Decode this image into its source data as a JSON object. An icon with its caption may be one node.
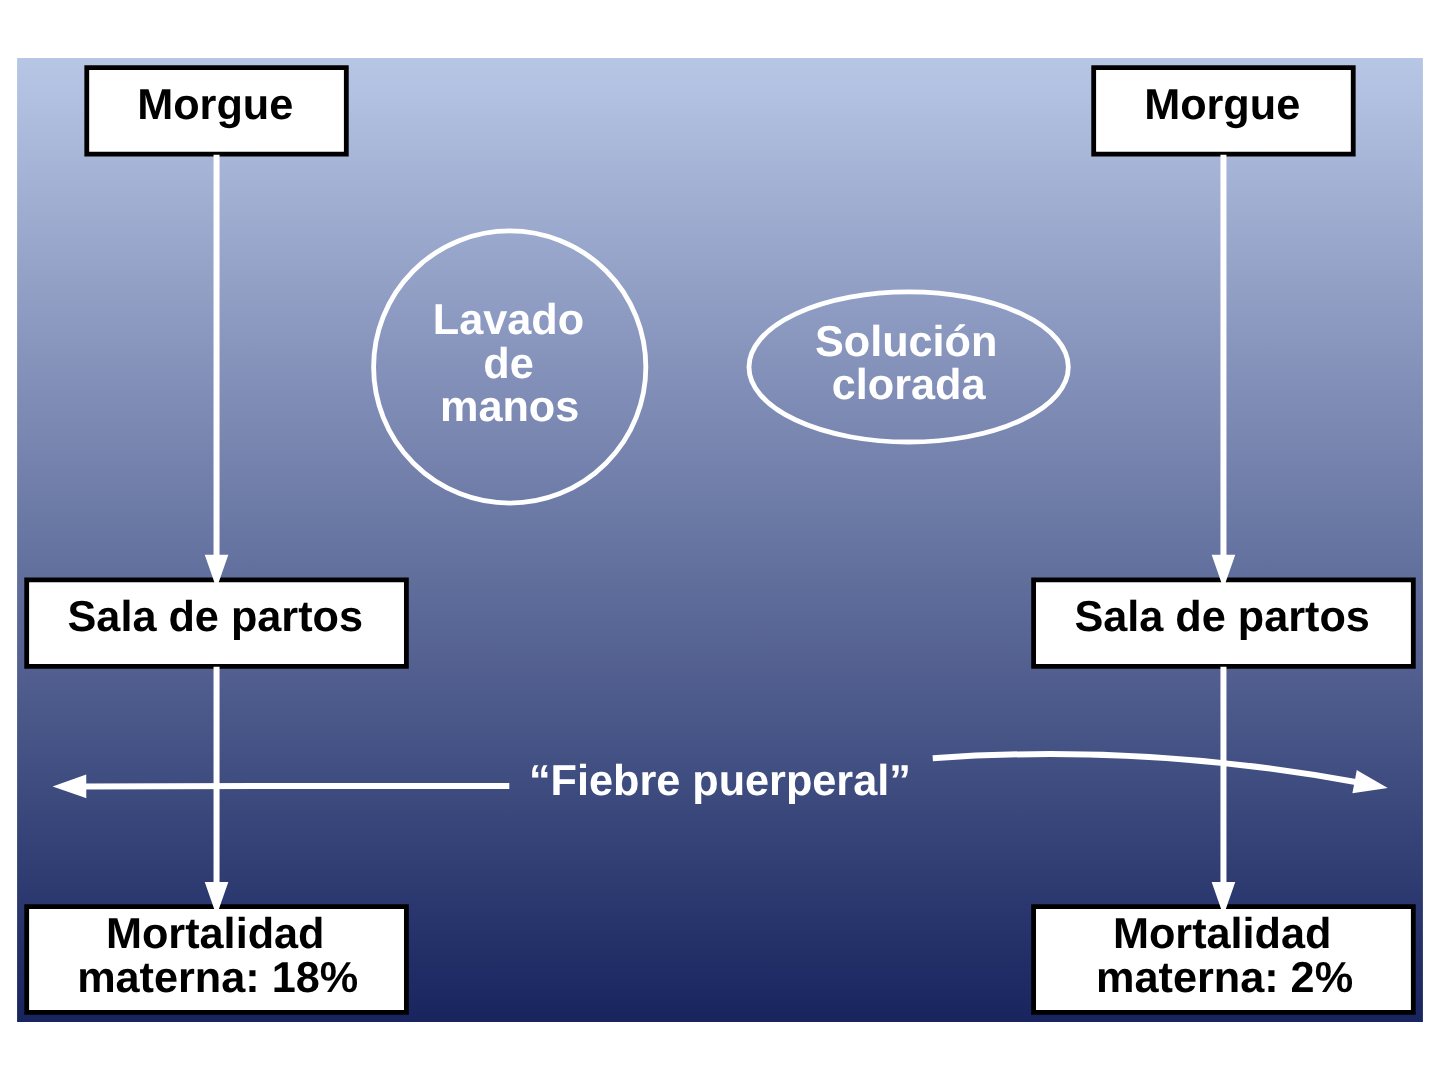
{
  "diagram": {
    "nodes": [
      {
        "text": [
          "Morgue"
        ]
      },
      {
        "text": [
          "Morgue"
        ]
      },
      {
        "text": [
          "Lavado de manos"
        ]
      },
      {
        "text": [
          "Solución clorada"
        ]
      },
      {
        "text": [
          "Sala de partos"
        ]
      },
      {
        "text": [
          "Sala de partos"
        ]
      },
      {
        "text": [
          "“Fiebre puerperal”"
        ]
      },
      {
        "text": [
          "Mortalidad materna: 18%"
        ]
      },
      {
        "text": [
          "Mortalidad materna: 2%"
        ]
      }
    ],
    "edges": [
      {
        "from": 0,
        "to": 4,
        "arrow": "to"
      },
      {
        "from": 1,
        "to": 5,
        "arrow": "to"
      },
      {
        "from": 4,
        "to": 7,
        "arrow": "to"
      },
      {
        "from": 5,
        "to": 8,
        "arrow": "to"
      },
      {
        "from": 6,
        "to": null,
        "arrow": "to"
      },
      {
        "from": 6,
        "to": null,
        "arrow": "to"
      }
    ]
  }
}
